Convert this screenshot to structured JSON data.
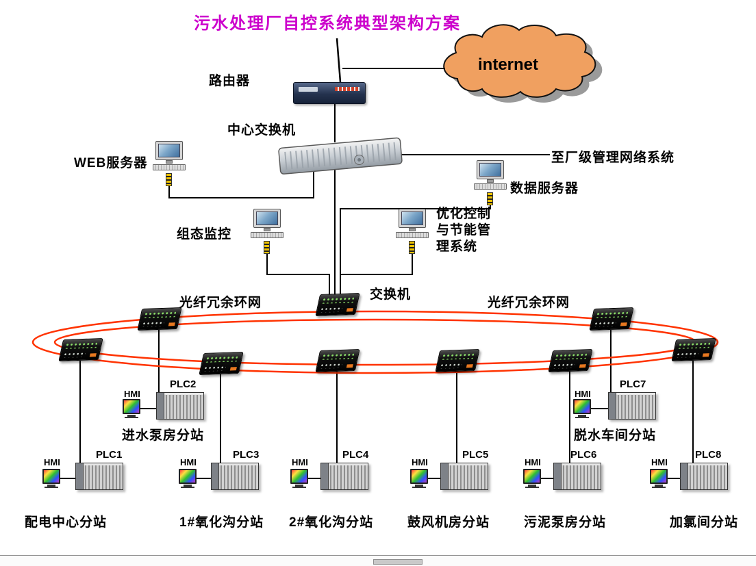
{
  "title": "污水处理厂自控系统典型架构方案",
  "colors": {
    "title_text": "#CC00CC",
    "ring_network": "#FF3300",
    "cloud_fill": "#F0A060",
    "line": "#000000"
  },
  "internet": {
    "label": "internet"
  },
  "router": {
    "label": "路由器"
  },
  "central_switch": {
    "label": "中心交换机"
  },
  "web_server": {
    "label": "WEB服务器"
  },
  "plant_network": {
    "label": "至厂级管理网络系统"
  },
  "data_server": {
    "label": "数据服务器"
  },
  "scada_monitor": {
    "label": "组态监控"
  },
  "optimization_system": {
    "line1": "优化控制",
    "line2": "与节能管",
    "line3": "理系统"
  },
  "field_switch": {
    "label": "交换机"
  },
  "fiber_ring": {
    "label_left": "光纤冗余环网",
    "label_right": "光纤冗余环网"
  },
  "stations": [
    {
      "plc": "PLC1",
      "hmi": "HMI",
      "name": "配电中心分站"
    },
    {
      "plc": "PLC2",
      "hmi": "HMI",
      "name": "进水泵房分站"
    },
    {
      "plc": "PLC3",
      "hmi": "HMI",
      "name": "1#氧化沟分站"
    },
    {
      "plc": "PLC4",
      "hmi": "HMI",
      "name": "2#氧化沟分站"
    },
    {
      "plc": "PLC5",
      "hmi": "HMI",
      "name": "鼓风机房分站"
    },
    {
      "plc": "PLC6",
      "hmi": "HMI",
      "name": "污泥泵房分站"
    },
    {
      "plc": "PLC7",
      "hmi": "HMI",
      "name": "脱水车间分站"
    },
    {
      "plc": "PLC8",
      "hmi": "HMI",
      "name": "加氯间分站"
    }
  ]
}
